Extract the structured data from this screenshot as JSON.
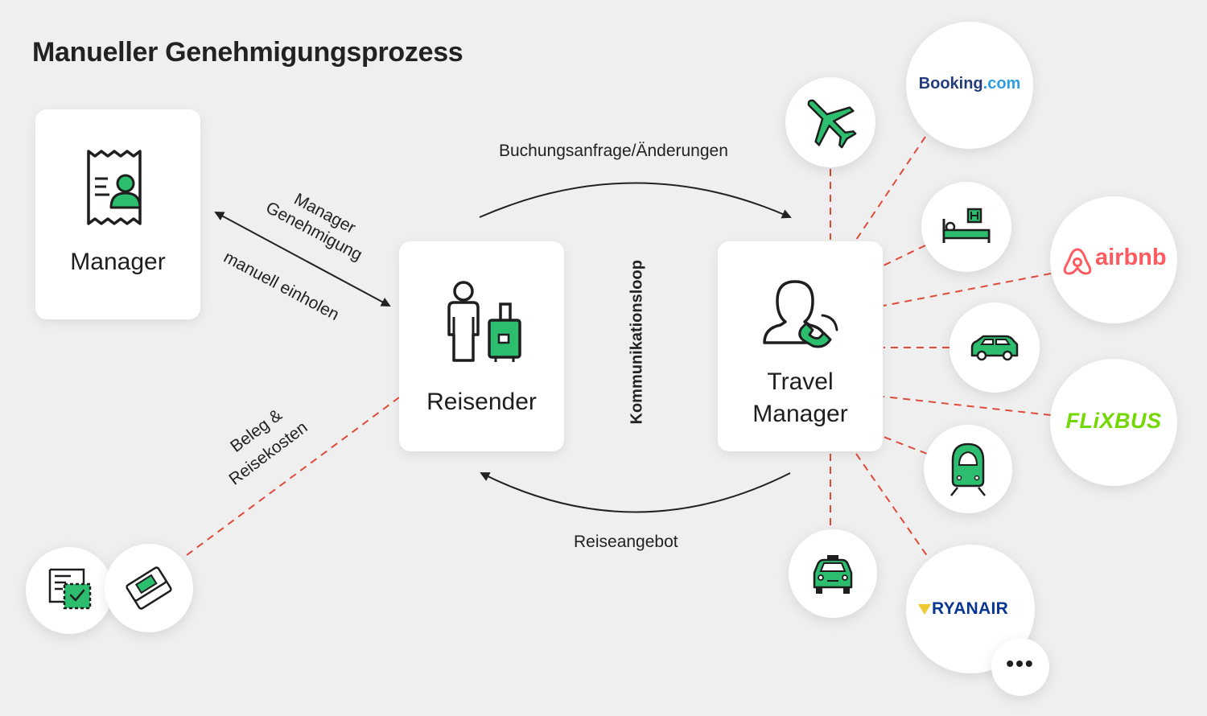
{
  "title": "Manueller Genehmigungsprozess",
  "nodes": {
    "manager": "Manager",
    "traveler": "Reisender",
    "travel_manager_line1": "Travel",
    "travel_manager_line2": "Manager"
  },
  "edges": {
    "approval_line1": "Manager",
    "approval_line2": "Genehmigung",
    "approval_line3": "manuell einholen",
    "booking_request": "Buchungsanfrage/Änderungen",
    "communication_loop": "Kommunikationsloop",
    "travel_offer": "Reiseangebot",
    "receipts_line1": "Beleg &",
    "receipts_line2": "Reisekosten"
  },
  "providers": {
    "booking_part1": "Booking",
    "booking_part2": ".com",
    "airbnb": "airbnb",
    "flixbus": "FLiXBUS",
    "ryanair": "RYANAIR",
    "more": "•••"
  },
  "icons": [
    "receipt-person-icon",
    "traveler-luggage-icon",
    "travel-manager-phone-icon",
    "plane-icon",
    "hotel-bed-icon",
    "car-icon",
    "train-icon",
    "taxi-icon",
    "receipt-check-icon",
    "tickets-icon"
  ],
  "colors": {
    "accent_green": "#2dbd6e",
    "dashed_red": "#e04a3a",
    "background": "#efefef",
    "booking_blue": "#243c7c",
    "booking_light": "#2d9fe0",
    "airbnb_red": "#ff5a5f",
    "flixbus_green": "#73d700",
    "ryanair_blue": "#073590",
    "ryanair_yellow": "#f1c933"
  }
}
